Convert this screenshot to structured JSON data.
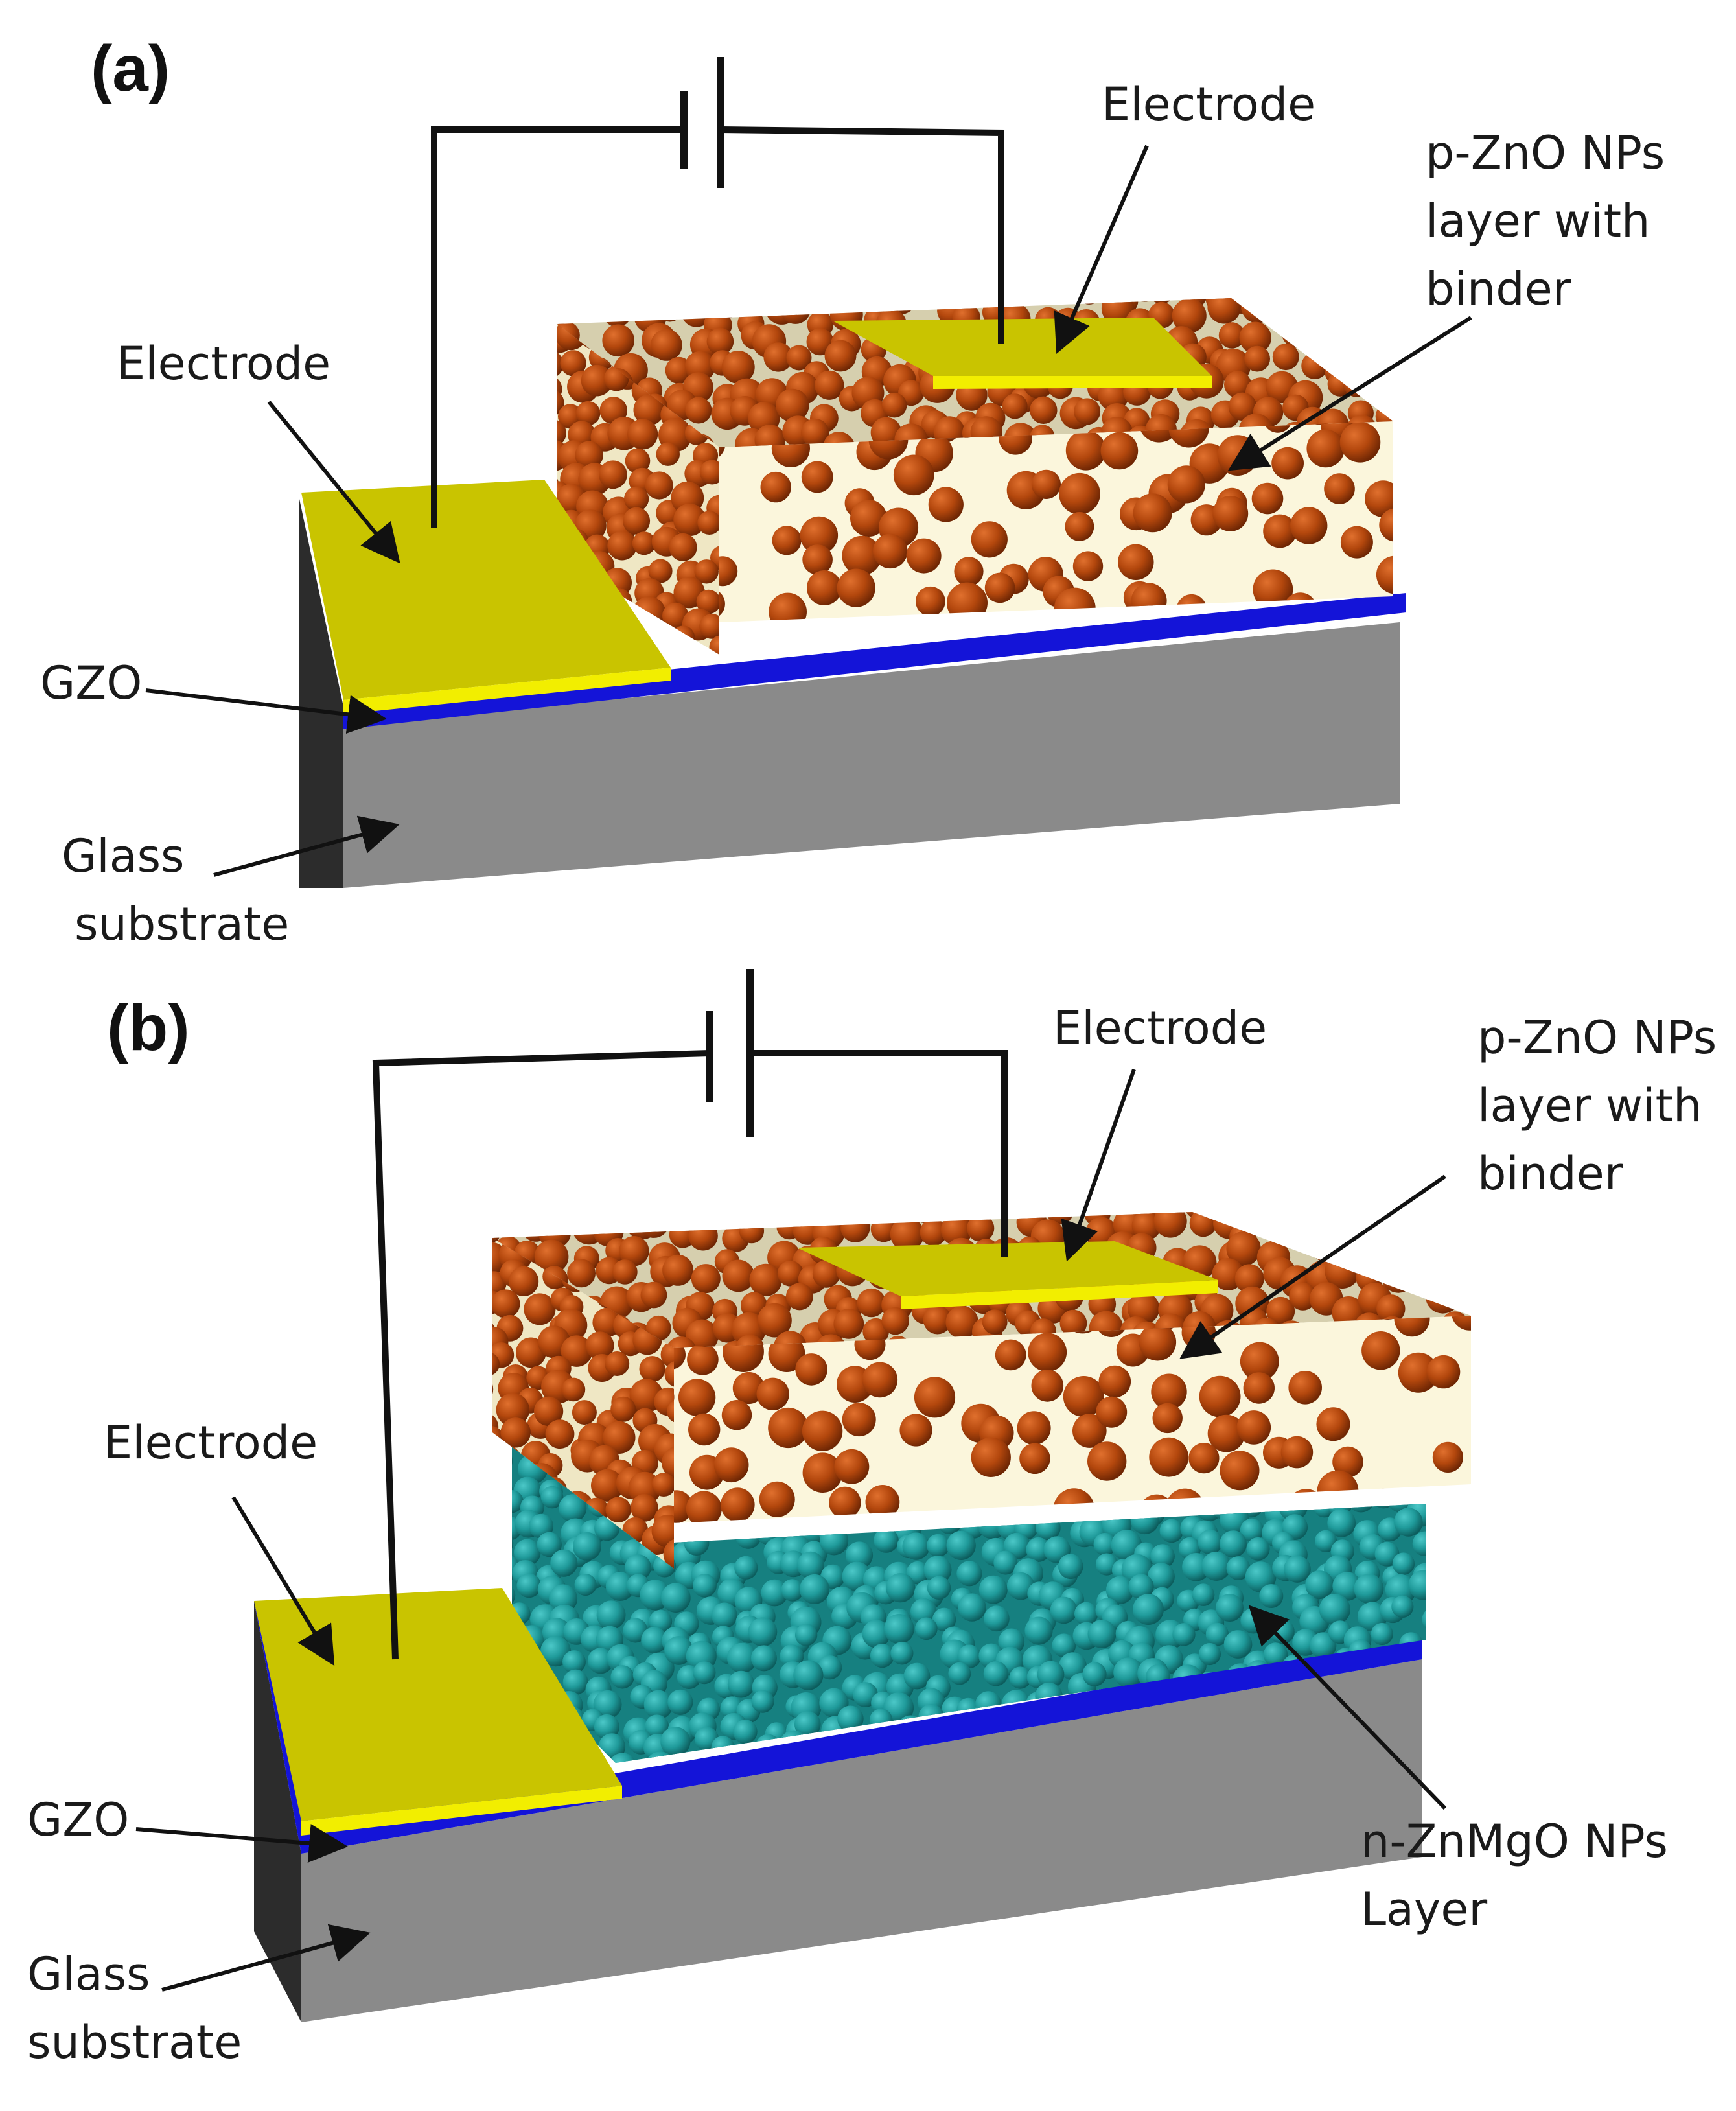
{
  "colors": {
    "electrode_top": "#c9c400",
    "electrode_edge": "#f2ee00",
    "gzo": "#1414d8",
    "glass_front": "#8a8a8a",
    "glass_side": "#2c2c2c",
    "p_zno_particles": "#b3470d",
    "p_zno_binder": "#fbf6dc",
    "n_znmgo_particles": "#1f9a9a",
    "wire": "#111111"
  },
  "panel_a": {
    "label": "(a)",
    "top_electrode_label": "Electrode",
    "p_layer_label": [
      "p-ZnO NPs",
      "layer with",
      "binder"
    ],
    "bottom_electrode_label": "Electrode",
    "gzo_label": "GZO",
    "substrate_label": [
      "Glass",
      "substrate"
    ]
  },
  "panel_b": {
    "label": "(b)",
    "top_electrode_label": "Electrode",
    "p_layer_label": [
      "p-ZnO NPs",
      "layer with",
      "binder"
    ],
    "bottom_electrode_label": "Electrode",
    "gzo_label": "GZO",
    "substrate_label": [
      "Glass",
      "substrate"
    ],
    "n_layer_label": [
      "n-ZnMgO NPs",
      "Layer"
    ]
  }
}
